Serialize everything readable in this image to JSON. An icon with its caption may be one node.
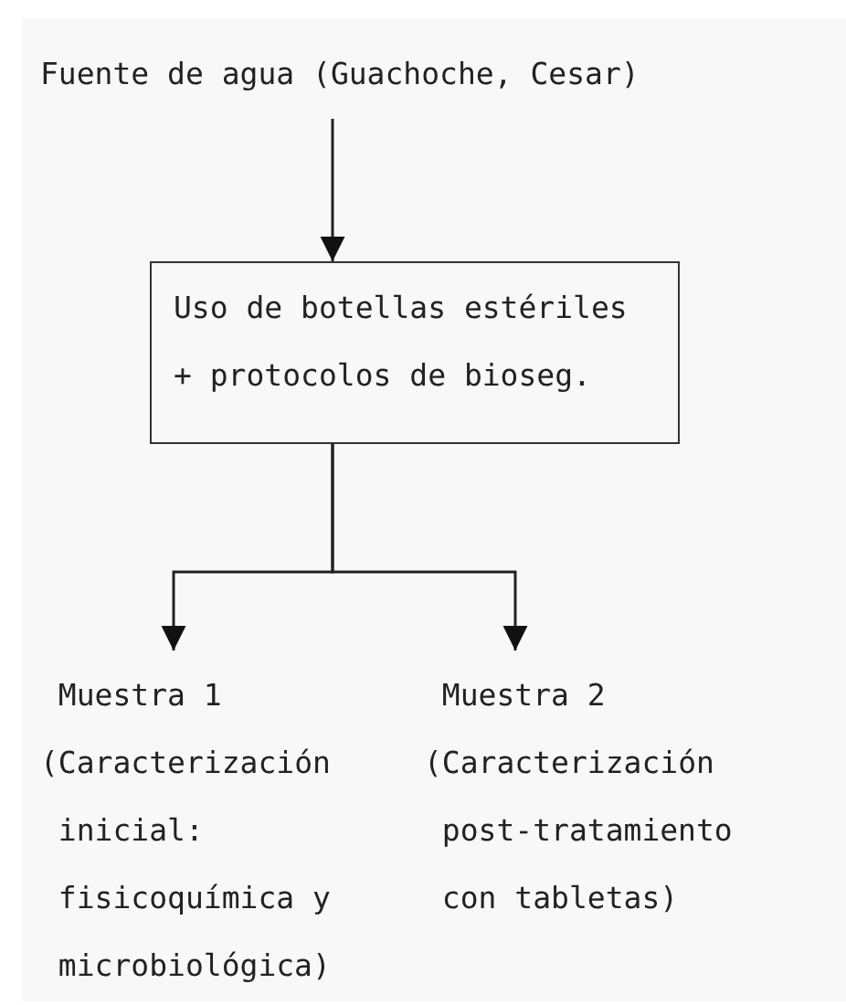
{
  "diagram": {
    "nodes": [
      {
        "text": [
          "Fuente de agua (Guachoche, Cesar)"
        ]
      },
      {
        "text": [
          "Uso de botellas estériles + protocolos de bioseg."
        ]
      },
      {
        "text": [
          "Muestra 1",
          "(Caracterización inicial: fisicoquímica y microbiológica)"
        ]
      },
      {
        "text": [
          "Muestra 2",
          "(Caracterización post-tratamiento con tabletas)"
        ]
      }
    ],
    "edges": [
      {
        "from": 0,
        "to": 1,
        "arrow": "to"
      },
      {
        "from": 1,
        "to": 2,
        "arrow": "to"
      },
      {
        "from": 1,
        "to": 3,
        "arrow": "to"
      }
    ]
  }
}
